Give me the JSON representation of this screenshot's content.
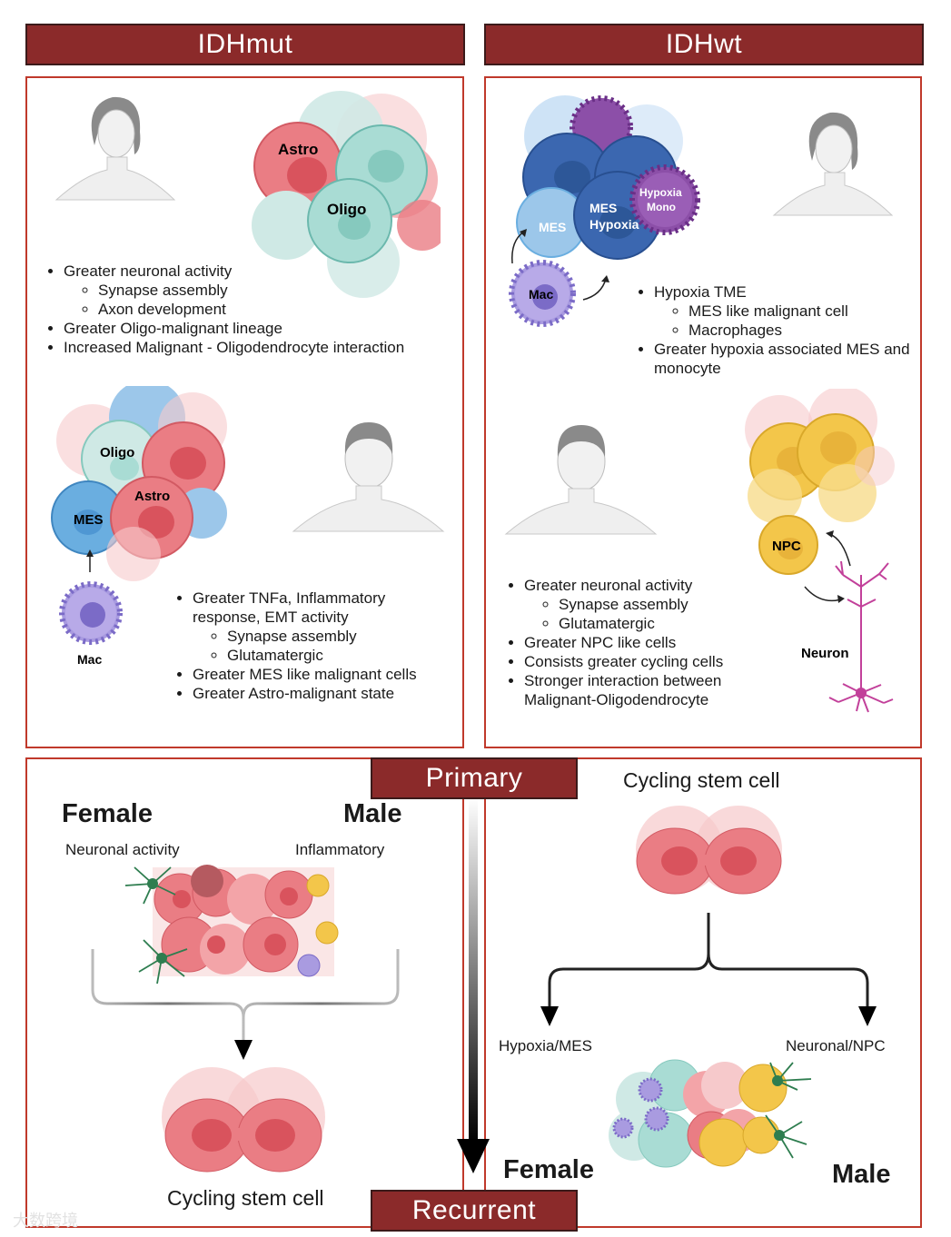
{
  "headers": {
    "idh_mut": "IDHmut",
    "idh_wt": "IDHwt",
    "primary": "Primary",
    "recurrent": "Recurrent"
  },
  "idhmut_female": {
    "cells": {
      "astro": "Astro",
      "oligo": "Oligo"
    },
    "bullets": [
      {
        "text": "Greater neuronal activity",
        "sub": [
          "Synapse assembly",
          "Axon development"
        ]
      },
      {
        "text": "Greater Oligo-malignant lineage",
        "sub": []
      },
      {
        "text": "Increased Malignant - Oligodendrocyte interaction",
        "sub": []
      }
    ]
  },
  "idhmut_male": {
    "cells": {
      "oligo": "Oligo",
      "astro": "Astro",
      "mes": "MES",
      "mac": "Mac"
    },
    "bullets": [
      {
        "text": "Greater TNFa, Inflammatory response, EMT activity",
        "sub": [
          "Synapse assembly",
          "Glutamatergic"
        ]
      },
      {
        "text": "Greater MES like malignant cells",
        "sub": []
      },
      {
        "text": "Greater Astro-malignant state",
        "sub": []
      }
    ]
  },
  "idhwt_female": {
    "cells": {
      "mes": "MES",
      "mes_hypoxia_1": "MES",
      "mes_hypoxia_2": "Hypoxia",
      "hypoxia_mono_1": "Hypoxia",
      "hypoxia_mono_2": "Mono",
      "mac": "Mac"
    },
    "bullets": [
      {
        "text": "Hypoxia TME",
        "sub": [
          "MES like malignant cell",
          "Macrophages"
        ]
      },
      {
        "text": "Greater hypoxia associated MES and monocyte",
        "sub": []
      }
    ]
  },
  "idhwt_male": {
    "cells": {
      "npc": "NPC",
      "neuron": "Neuron"
    },
    "bullets": [
      {
        "text": "Greater neuronal activity",
        "sub": [
          "Synapse assembly",
          "Glutamatergic"
        ]
      },
      {
        "text": "Greater NPC like cells",
        "sub": []
      },
      {
        "text": "Consists greater cycling cells",
        "sub": []
      },
      {
        "text": "Stronger interaction between Malignant-Oligodendrocyte",
        "sub": []
      }
    ]
  },
  "bottom_left": {
    "female": "Female",
    "male": "Male",
    "neuronal_activity": "Neuronal activity",
    "inflammatory": "Inflammatory",
    "cycling_stem_cell": "Cycling stem cell"
  },
  "bottom_right": {
    "cycling_stem_cell": "Cycling stem cell",
    "hypoxia_mes": "Hypoxia/MES",
    "neuronal_npc": "Neuronal/NPC",
    "female": "Female",
    "male": "Male"
  },
  "watermark": "大数跨境",
  "colors": {
    "header": "#8b2a2a",
    "panel_border": "#c0392b",
    "astro": "#e8737a",
    "oligo": "#a9dcd4",
    "mes": "#6aaee0",
    "mac": "#a99be0",
    "npc": "#f3c64a",
    "neuron": "#c2409a"
  }
}
